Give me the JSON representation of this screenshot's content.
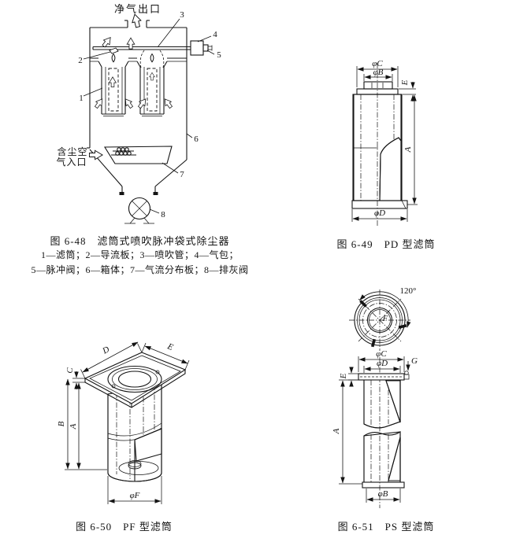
{
  "page": {
    "background": "#ffffff",
    "ink": "#141414"
  },
  "fig48": {
    "caption": "图 6-48　滤筒式喷吹脉冲袋式除尘器",
    "legend1": "1—滤筒；2—导流板；3—喷吹管；4—气包；",
    "legend2": "5—脉冲阀；6—箱体；7—气流分布板；8—排灰阀",
    "outlet_label": "净气出口",
    "inlet_label_line1": "含尘空",
    "inlet_label_line2": "气入口",
    "callouts": [
      "1",
      "2",
      "3",
      "4",
      "5",
      "6",
      "7",
      "8"
    ]
  },
  "fig49": {
    "caption": "图 6-49　PD 型滤筒",
    "dims": {
      "phiC": "φC",
      "phiB": "φB",
      "E": "E",
      "A": "A",
      "phiD": "φD"
    }
  },
  "fig50": {
    "caption": "图 6-50　PF 型滤筒",
    "dims": {
      "D": "D",
      "E": "E",
      "C": "C",
      "B": "B",
      "A": "A",
      "phiF": "φF"
    }
  },
  "fig51": {
    "caption": "图 6-51　PS 型滤筒",
    "dims": {
      "angle": "120°",
      "F": "F",
      "phiC": "φC",
      "phiD": "φD",
      "G": "G",
      "E": "E",
      "A": "A",
      "phiB": "φB"
    }
  }
}
